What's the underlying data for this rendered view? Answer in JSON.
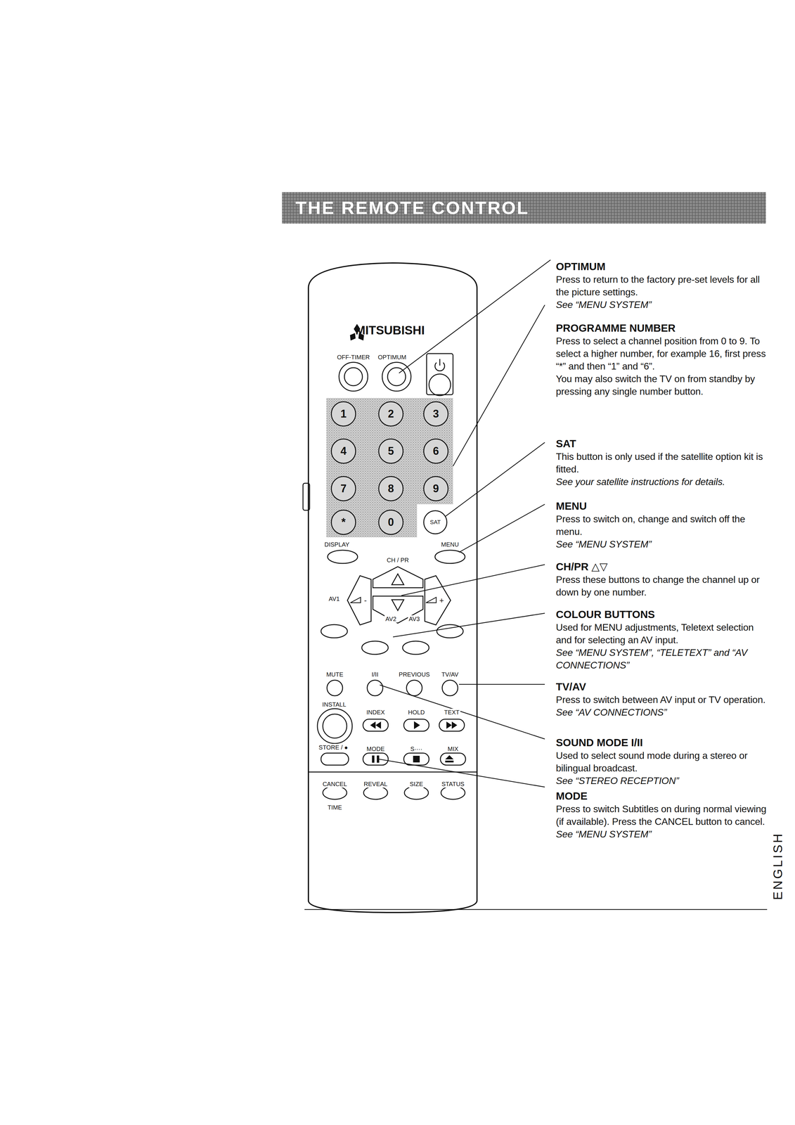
{
  "diagram": {
    "title": "THE REMOTE CONTROL",
    "nodes": [
      {
        "text": [
          "MITSUBISHI"
        ]
      },
      {
        "text": [
          "1"
        ],
        "in": 0
      },
      {
        "text": [
          "2"
        ],
        "in": 0
      },
      {
        "text": [
          "3"
        ],
        "in": 0
      },
      {
        "text": [
          "4"
        ],
        "in": 0
      },
      {
        "text": [
          "5"
        ],
        "in": 0
      },
      {
        "text": [
          "6"
        ],
        "in": 0
      },
      {
        "text": [
          "7"
        ],
        "in": 0
      },
      {
        "text": [
          "8"
        ],
        "in": 0
      },
      {
        "text": [
          "9"
        ],
        "in": 0
      },
      {
        "text": [
          "*"
        ],
        "in": 0
      },
      {
        "text": [
          "0"
        ],
        "in": 0
      },
      {
        "text": [
          "SAT"
        ],
        "in": 0
      }
    ],
    "labels": [
      "OFF-TIMER",
      "OPTIMUM",
      "DISPLAY",
      "MENU",
      "CH / PR",
      "-",
      "+",
      "AV1",
      "AV2",
      "AV3",
      "MUTE",
      "I/II",
      "PREVIOUS",
      "TV/AV",
      "INSTALL",
      "INDEX",
      "HOLD",
      "TEXT",
      "STORE / ●",
      "MODE",
      "S····",
      "MIX",
      "CANCEL",
      "REVEAL",
      "SIZE",
      "STATUS",
      "TIME",
      "OPTIMUM",
      "Press to return to the factory pre-set levels for all the picture settings.",
      "See “MENU SYSTEM”",
      "PROGRAMME NUMBER",
      "Press to select a channel position from 0 to 9. To select a higher number, for example 16, first press “*” and then “1” and “6”.",
      "You may also switch the TV on from standby by pressing any single number button.",
      "SAT",
      "This button is only used if the satellite option kit is fitted.",
      "See your satellite instructions for details.",
      "MENU",
      "Press to switch on, change and switch off the menu.",
      "See “MENU SYSTEM”",
      "CH/PR △▽",
      "Press these buttons to change the channel up or down by one number.",
      "COLOUR BUTTONS",
      "Used for MENU adjustments, Teletext selection and for selecting an AV input.",
      "See “MENU SYSTEM”, “TELETEXT” and “AV CONNECTIONS”",
      "TV/AV",
      "Press to switch between AV input or TV operation.",
      "See “AV CONNECTIONS”",
      "SOUND MODE I/II",
      "Used to select sound mode during a stereo or bilingual broadcast.",
      "See “STEREO RECEPTION”",
      "MODE",
      "Press to switch Subtitles on during normal viewing (if available). Press the CANCEL button to cancel.",
      "See “MENU SYSTEM”",
      "ENGLISH"
    ]
  }
}
